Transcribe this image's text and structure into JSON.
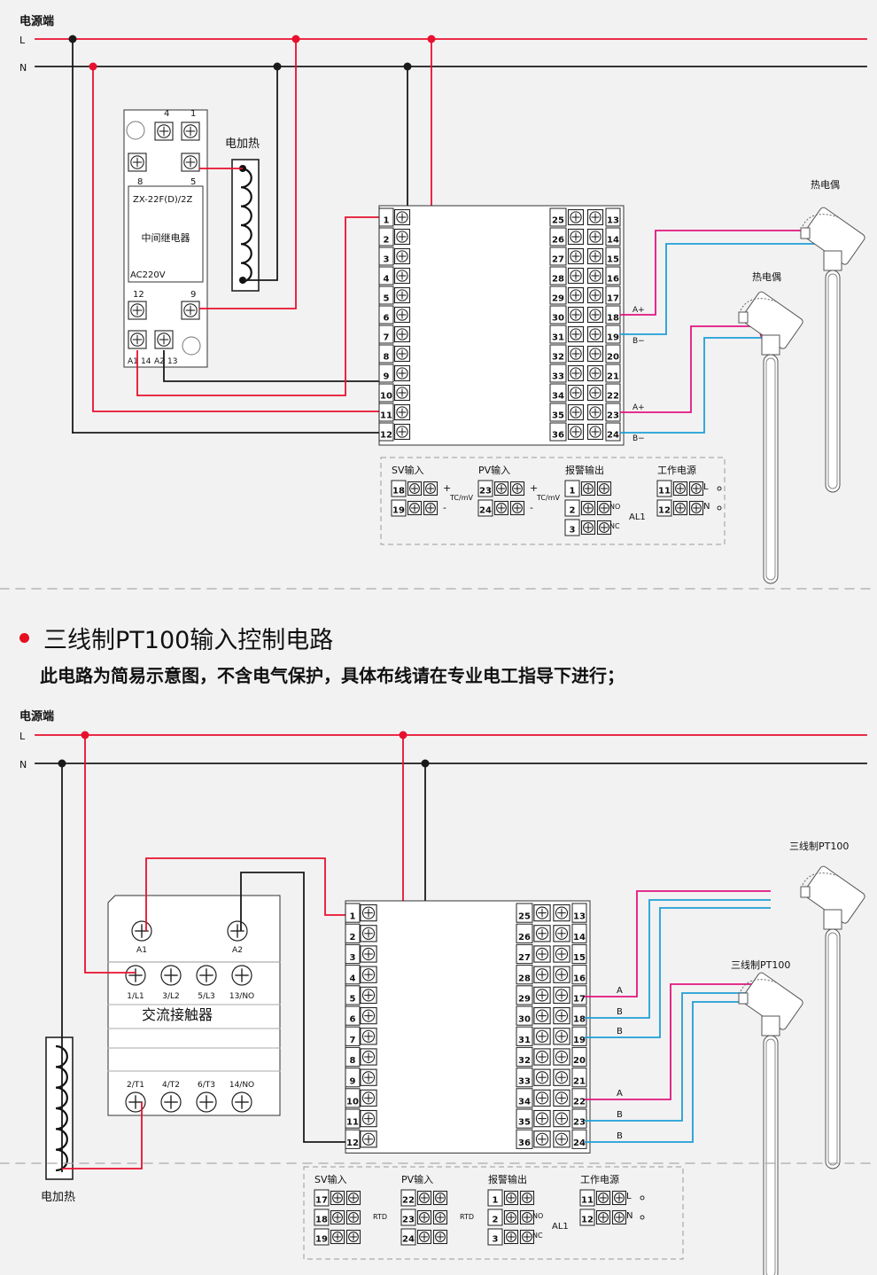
{
  "colors": {
    "live": "#e8102e",
    "neutral": "#1a1a1a",
    "wire_pink": "#e2157f",
    "wire_blue": "#1f9fd6",
    "background": "#f2f2f2"
  },
  "top": {
    "power_label": "电源端",
    "line_L": "L",
    "line_N": "N",
    "relay": {
      "model": "ZX-22F(D)/2Z",
      "name": "中间继电器",
      "rating": "AC220V",
      "terminals_top": [
        "4",
        "1"
      ],
      "terminals_mid": [
        "8",
        "5"
      ],
      "terminals_low": [
        "12",
        "9"
      ],
      "terminals_coil": [
        "A1",
        "14",
        "A2",
        "13"
      ]
    },
    "heater_label": "电加热",
    "controller_left": [
      "1",
      "2",
      "3",
      "4",
      "5",
      "6",
      "7",
      "8",
      "9",
      "10",
      "11",
      "12"
    ],
    "controller_right_a": [
      "25",
      "26",
      "27",
      "28",
      "29",
      "30",
      "31",
      "32",
      "33",
      "34",
      "35",
      "36"
    ],
    "controller_right_b": [
      "13",
      "14",
      "15",
      "16",
      "17",
      "18",
      "19",
      "20",
      "21",
      "22",
      "23",
      "24"
    ],
    "signal_labels": [
      "A+",
      "B−",
      "A+",
      "B−"
    ],
    "sensor_labels": [
      "热电偶",
      "热电偶"
    ],
    "legend": {
      "sv": {
        "title": "SV输入",
        "terms": [
          "18",
          "19"
        ],
        "signs": [
          "+",
          "-"
        ],
        "note": "TC/mV"
      },
      "pv": {
        "title": "PV输入",
        "terms": [
          "23",
          "24"
        ],
        "signs": [
          "+",
          "-"
        ],
        "note": "TC/mV"
      },
      "alarm": {
        "title": "报警输出",
        "terms": [
          "1",
          "2",
          "3"
        ],
        "no": "NO",
        "nc": "NC",
        "name": "AL1"
      },
      "power": {
        "title": "工作电源",
        "terms": [
          "11",
          "12"
        ],
        "L": "L",
        "N": "N"
      }
    }
  },
  "section": {
    "title": "三线制PT100输入控制电路",
    "note": "此电路为简易示意图，不含电气保护，具体布线请在专业电工指导下进行；"
  },
  "bottom": {
    "power_label": "电源端",
    "line_L": "L",
    "line_N": "N",
    "contactor": {
      "name": "交流接触器",
      "coil": [
        "A1",
        "A2"
      ],
      "top": [
        "1/L1",
        "3/L2",
        "5/L3",
        "13/NO"
      ],
      "bottom": [
        "2/T1",
        "4/T2",
        "6/T3",
        "14/NO"
      ]
    },
    "heater_label": "电加热",
    "controller_left": [
      "1",
      "2",
      "3",
      "4",
      "5",
      "6",
      "7",
      "8",
      "9",
      "10",
      "11",
      "12"
    ],
    "controller_right_a": [
      "25",
      "26",
      "27",
      "28",
      "29",
      "30",
      "31",
      "32",
      "33",
      "34",
      "35",
      "36"
    ],
    "controller_right_b": [
      "13",
      "14",
      "15",
      "16",
      "17",
      "18",
      "19",
      "20",
      "21",
      "22",
      "23",
      "24"
    ],
    "signal_labels": [
      "A",
      "B",
      "B",
      "A",
      "B",
      "B"
    ],
    "sensor_labels": [
      "三线制PT100",
      "三线制PT100"
    ],
    "legend": {
      "sv": {
        "title": "SV输入",
        "terms": [
          "17",
          "18",
          "19"
        ],
        "note": "RTD"
      },
      "pv": {
        "title": "PV输入",
        "terms": [
          "22",
          "23",
          "24"
        ],
        "note": "RTD"
      },
      "alarm": {
        "title": "报警输出",
        "terms": [
          "1",
          "2",
          "3"
        ],
        "no": "NO",
        "nc": "NC",
        "name": "AL1"
      },
      "power": {
        "title": "工作电源",
        "terms": [
          "11",
          "12"
        ],
        "L": "L",
        "N": "N"
      }
    }
  }
}
